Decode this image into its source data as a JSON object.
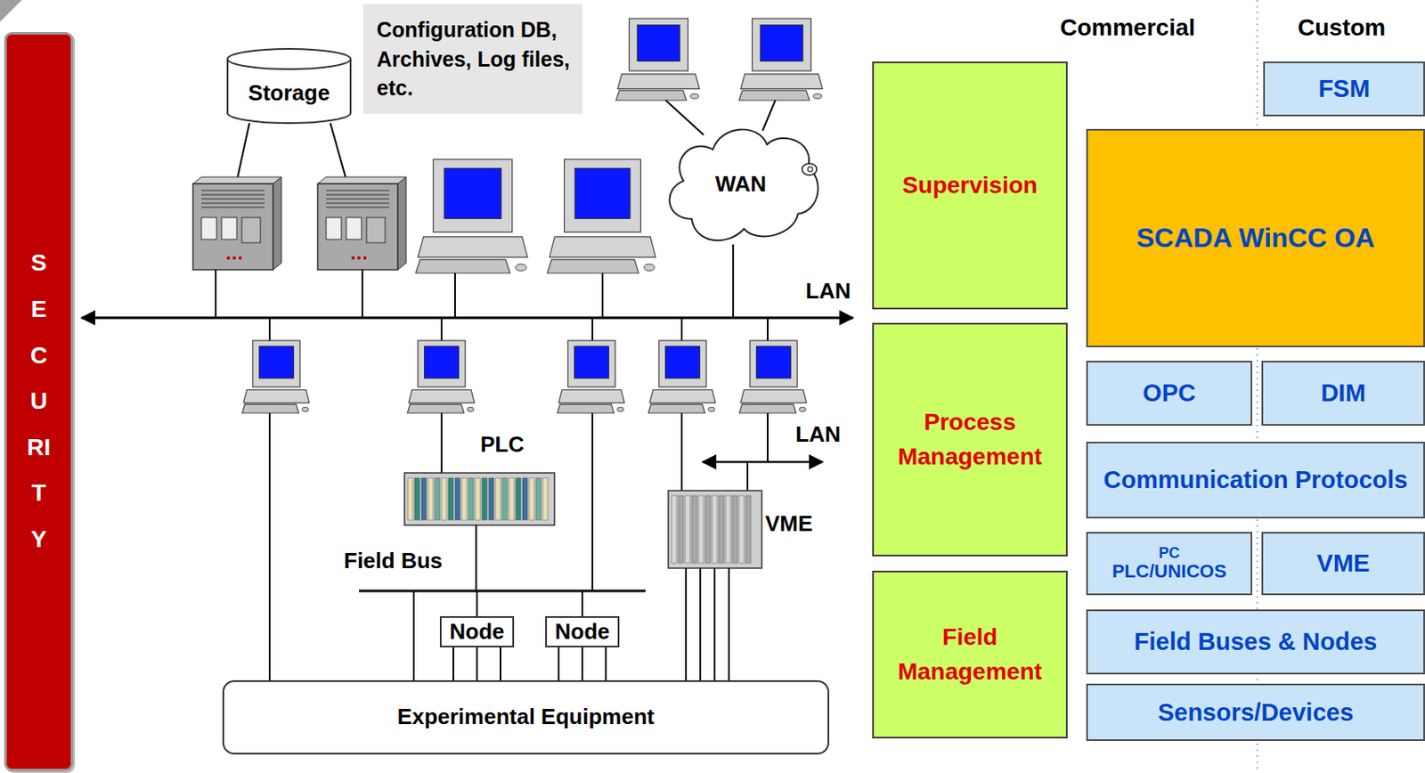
{
  "diagram": {
    "nodes": [
      {
        "text": [
          "SECURITY"
        ]
      },
      {
        "text": [
          "Storage"
        ]
      },
      {
        "text": [
          "Configuration DB, Archives, Log files, etc."
        ]
      },
      {
        "text": [
          "WAN"
        ]
      },
      {
        "text": [
          "Node"
        ]
      },
      {
        "text": [
          "Node"
        ]
      },
      {
        "text": [
          "Experimental Equipment"
        ]
      },
      {
        "text": [
          "Supervision"
        ]
      },
      {
        "text": [
          "FSM"
        ]
      },
      {
        "text": [
          "SCADA WinCC OA"
        ]
      },
      {
        "text": [
          "Process Management"
        ]
      },
      {
        "text": [
          "OPC"
        ]
      },
      {
        "text": [
          "DIM"
        ]
      },
      {
        "text": [
          "Communication Protocols"
        ]
      },
      {
        "text": [
          "PC",
          "PLC/UNICOS"
        ]
      },
      {
        "text": [
          "VME"
        ]
      },
      {
        "text": [
          "Field Management"
        ]
      },
      {
        "text": [
          "Field Buses & Nodes"
        ]
      },
      {
        "text": [
          "Sensors/Devices"
        ]
      }
    ],
    "edges": [
      {
        "from": 4,
        "to": 6,
        "arrow": "none"
      },
      {
        "from": 5,
        "to": 6,
        "arrow": "none"
      }
    ],
    "labels": [
      "Commercial",
      "Custom",
      "LAN",
      "LAN",
      "PLC",
      "VME",
      "Field Bus"
    ]
  }
}
